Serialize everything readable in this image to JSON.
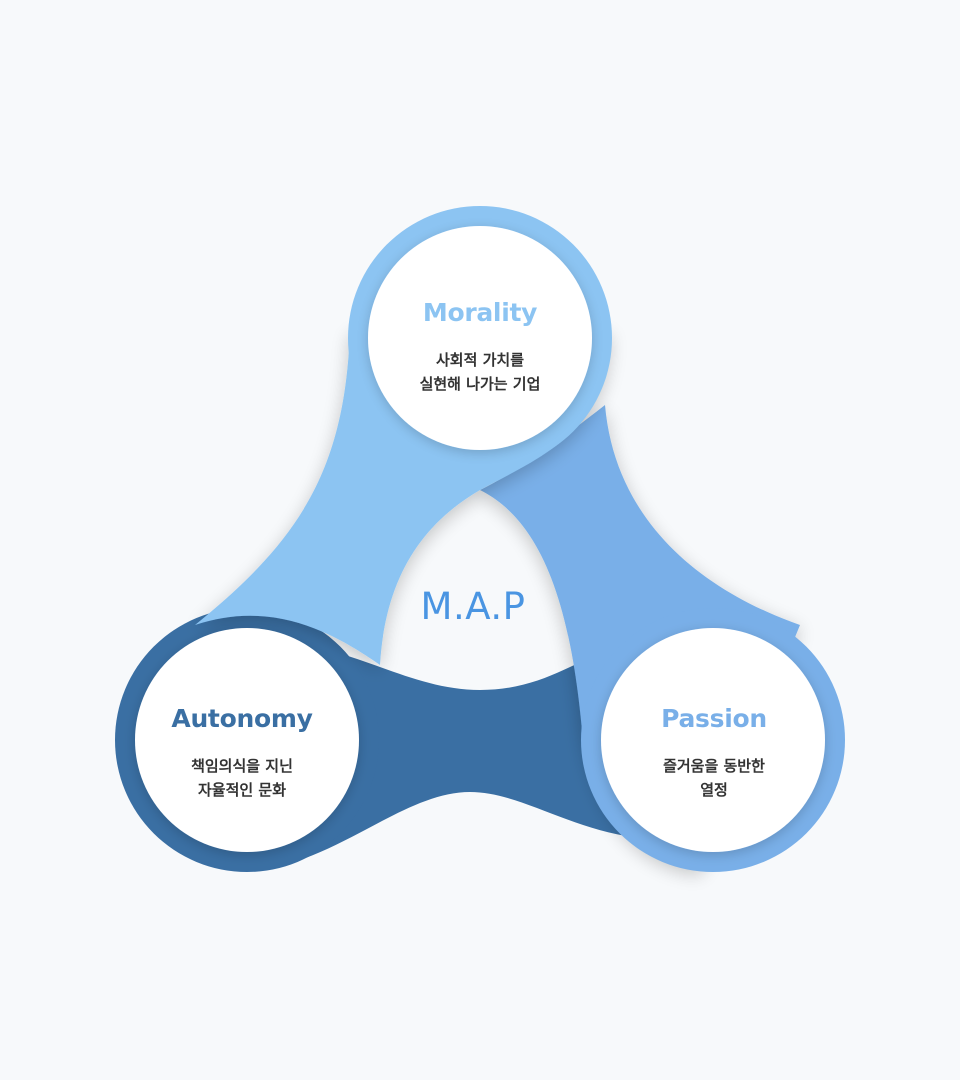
{
  "center_label": "M.A.P",
  "nodes": [
    {
      "key": "morality",
      "title": "Morality",
      "lines": [
        "사회적 가치를",
        "실현해 나가는 기업"
      ]
    },
    {
      "key": "autonomy",
      "title": "Autonomy",
      "lines": [
        "책임의식을 지닌",
        "자율적인 문화"
      ]
    },
    {
      "key": "passion",
      "title": "Passion",
      "lines": [
        "즐거움을 동반한",
        "열정"
      ]
    }
  ],
  "colors": {
    "background": "#f7f9fb",
    "morality": "#8cc4f2",
    "passion": "#79afe8",
    "autonomy": "#3a6fa3",
    "center_label": "#4a95e2",
    "text_dark": "#333333"
  }
}
